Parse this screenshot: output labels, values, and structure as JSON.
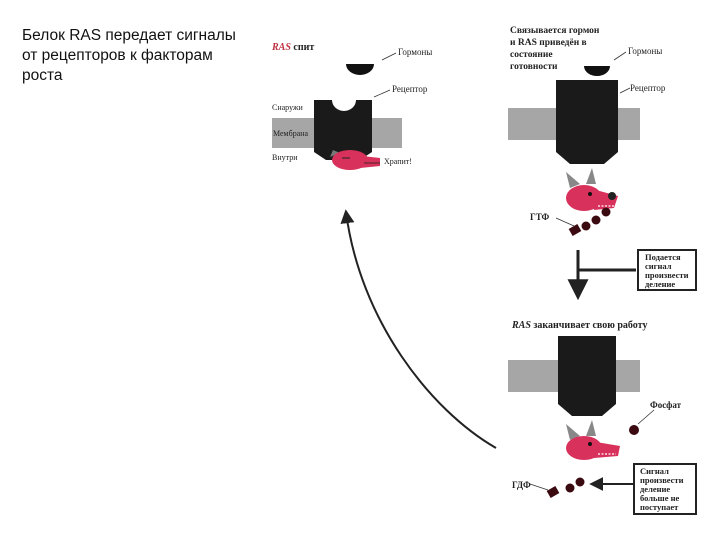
{
  "slide": {
    "title": "Белок RAS передает сигналы от рецепторов к факторам роста"
  },
  "panel1": {
    "heading_ras": "RAS",
    "heading_rest": " спит",
    "hormones": "Гормоны",
    "receptor": "Рецептор",
    "outside": "Снаружи",
    "membrane": "Мембрана",
    "inside": "Внутри",
    "snore": "Храпит!"
  },
  "panel2": {
    "heading_line1": "Связывается гормон",
    "heading_line2_ras": "и RAS",
    "heading_line2_rest": " приведён в",
    "heading_line3": "состояние",
    "heading_line4": "готовности",
    "hormones": "Гормоны",
    "receptor": "Рецептор",
    "gtp": "ГТФ",
    "signal_box": [
      "Подается",
      "сигнал",
      "произвести",
      "деление"
    ]
  },
  "panel3": {
    "heading_ras": "RAS",
    "heading_rest": " заканчивает свою работу",
    "phosphate": "Фосфат",
    "gdp": "ГДФ",
    "signal_box": [
      "Сигнал",
      "произвести",
      "деление",
      "больше не",
      "поступает"
    ]
  },
  "colors": {
    "membrane": "#a6a6a6",
    "receptor": "#1a1a1a",
    "ras_protein": "#d8315b",
    "text": "#222222"
  }
}
